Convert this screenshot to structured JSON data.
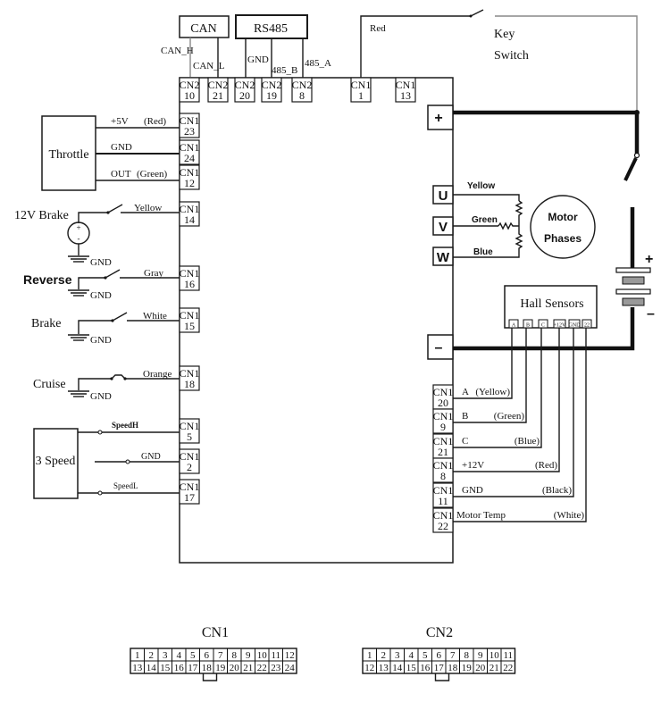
{
  "top_boxes": {
    "can": "CAN",
    "rs485": "RS485"
  },
  "top_wire_labels": {
    "can_h": "CAN_H",
    "can_l": "CAN_L",
    "gnd": "GND",
    "b485": "485_B",
    "a485": "485_A",
    "red": "Red",
    "key_switch_line1": "Key",
    "key_switch_line2": "Switch"
  },
  "top_pins": [
    {
      "conn": "CN2",
      "pin": "10"
    },
    {
      "conn": "CN2",
      "pin": "21"
    },
    {
      "conn": "CN2",
      "pin": "20"
    },
    {
      "conn": "CN2",
      "pin": "19"
    },
    {
      "conn": "CN2",
      "pin": "8"
    },
    {
      "conn": "CN1",
      "pin": "1"
    },
    {
      "conn": "CN1",
      "pin": "13"
    }
  ],
  "left_pins": [
    {
      "conn": "CN1",
      "pin": "23",
      "wire": "+5V",
      "color": "(Red)"
    },
    {
      "conn": "CN1",
      "pin": "24",
      "wire": "GND",
      "color": ""
    },
    {
      "conn": "CN1",
      "pin": "12",
      "wire": "OUT",
      "color": "(Green)"
    },
    {
      "conn": "CN1",
      "pin": "14",
      "wire": "Yellow",
      "color": ""
    },
    {
      "conn": "CN1",
      "pin": "16",
      "wire": "Gray",
      "color": ""
    },
    {
      "conn": "CN1",
      "pin": "15",
      "wire": "White",
      "color": ""
    },
    {
      "conn": "CN1",
      "pin": "18",
      "wire": "Orange",
      "color": ""
    },
    {
      "conn": "CN1",
      "pin": "5",
      "wire": "SpeedH",
      "color": ""
    },
    {
      "conn": "CN1",
      "pin": "2",
      "wire": "GND",
      "color": ""
    },
    {
      "conn": "CN1",
      "pin": "17",
      "wire": "SpeedL",
      "color": ""
    }
  ],
  "left_devices": {
    "throttle": "Throttle",
    "brake12v": "12V Brake",
    "reverse": "Reverse",
    "brake": "Brake",
    "cruise": "Cruise",
    "three_speed": "3 Speed",
    "gnd": "GND",
    "plus": "+",
    "minus": "-"
  },
  "power_terminals": {
    "plus": "+",
    "minus": "–"
  },
  "motor": {
    "phases": [
      "U",
      "V",
      "W"
    ],
    "wires": [
      "Yellow",
      "Green",
      "Blue"
    ],
    "label_line1": "Motor",
    "label_line2": "Phases"
  },
  "battery": {
    "plus": "+",
    "minus": "–"
  },
  "hall": {
    "title": "Hall Sensors",
    "pins": [
      "A",
      "B",
      "C",
      "+12V",
      "GND",
      "22"
    ]
  },
  "right_pins": [
    {
      "conn": "CN1",
      "pin": "20",
      "signal": "A",
      "color": "(Yellow)"
    },
    {
      "conn": "CN1",
      "pin": "9",
      "signal": "B",
      "color": "(Green)"
    },
    {
      "conn": "CN1",
      "pin": "21",
      "signal": "C",
      "color": "(Blue)"
    },
    {
      "conn": "CN1",
      "pin": "8",
      "signal": "+12V",
      "color": "(Red)"
    },
    {
      "conn": "CN1",
      "pin": "11",
      "signal": "GND",
      "color": "(Black)"
    },
    {
      "conn": "CN1",
      "pin": "22",
      "signal": "Motor Temp",
      "color": "(White)"
    }
  ],
  "connectors": [
    {
      "title": "CN1",
      "row1": [
        "1",
        "2",
        "3",
        "4",
        "5",
        "6",
        "7",
        "8",
        "9",
        "10",
        "11",
        "12"
      ],
      "row2": [
        "13",
        "14",
        "15",
        "16",
        "17",
        "18",
        "19",
        "20",
        "21",
        "22",
        "23",
        "24"
      ]
    },
    {
      "title": "CN2",
      "row1": [
        "1",
        "2",
        "3",
        "4",
        "5",
        "6",
        "7",
        "8",
        "9",
        "10",
        "11"
      ],
      "row2": [
        "12",
        "13",
        "14",
        "15",
        "16",
        "17",
        "18",
        "19",
        "20",
        "21",
        "22"
      ]
    }
  ]
}
